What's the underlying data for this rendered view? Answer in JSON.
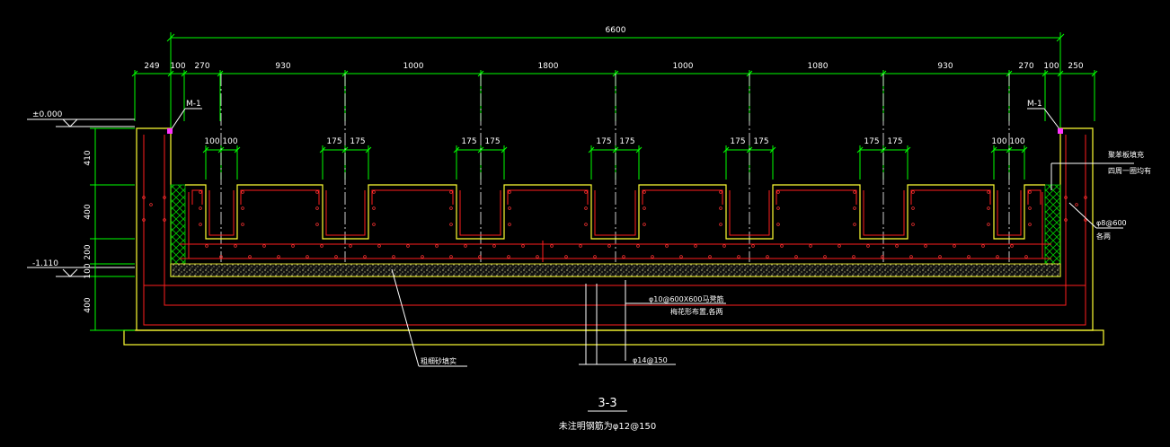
{
  "drawing": {
    "overall_dimension": "6600",
    "segment_dimensions": [
      "249",
      "100",
      "270",
      "930",
      "1000",
      "1800",
      "1000",
      "1080",
      "930",
      "270",
      "100",
      "250"
    ],
    "rib_dimensions": [
      "100",
      "100",
      "175",
      "175",
      "175",
      "175",
      "175",
      "175",
      "175",
      "175",
      "175",
      "175",
      "100",
      "100"
    ],
    "elevation_top": "±0.000",
    "elevation_bottom": "-1.110",
    "vertical_dimensions": [
      "410",
      "400",
      "200",
      "100",
      "400"
    ],
    "mark_left": "M-1",
    "mark_right": "M-1",
    "note_right_top": [
      "聚苯板填充",
      "四周一圈均有"
    ],
    "note_right_rebar": [
      "φ8@600",
      "各两"
    ],
    "note_center_rebar": [
      "φ10@600X600马凳筋",
      "梅花形布置,各两"
    ],
    "note_center_bottom": "φ14@150",
    "note_fill": "粗细砂填实",
    "section_title": "3-3",
    "section_note": "未注明钢筋为φ12@150"
  }
}
